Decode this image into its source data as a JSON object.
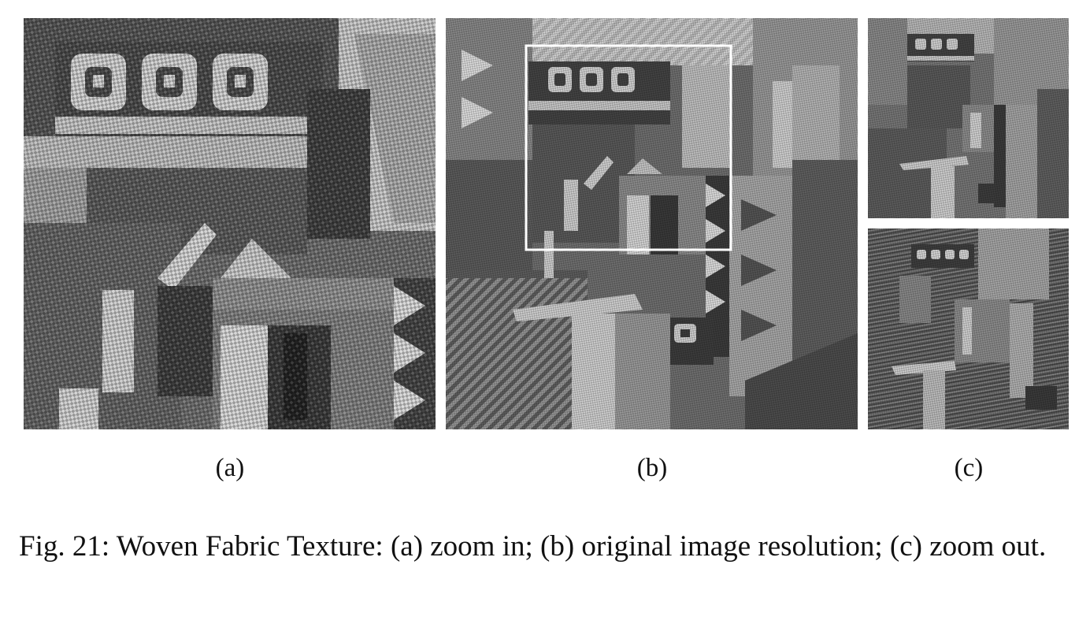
{
  "panels": [
    {
      "id": "a",
      "label": "(a)",
      "description": "zoom in"
    },
    {
      "id": "b",
      "label": "(b)",
      "description": "original image resolution"
    },
    {
      "id": "c",
      "label": "(c)",
      "description": "zoom out"
    }
  ],
  "caption": {
    "text": "Fig. 21: Woven Fabric Texture: (a) zoom in; (b) original image resolution; (c) zoom out."
  },
  "colors": {
    "background": "#ffffff",
    "highlight_box": "#ffffff",
    "fabric_dark": "#3c3c3c",
    "fabric_mid": "#7a7a7a",
    "fabric_light": "#cfcfcf"
  }
}
